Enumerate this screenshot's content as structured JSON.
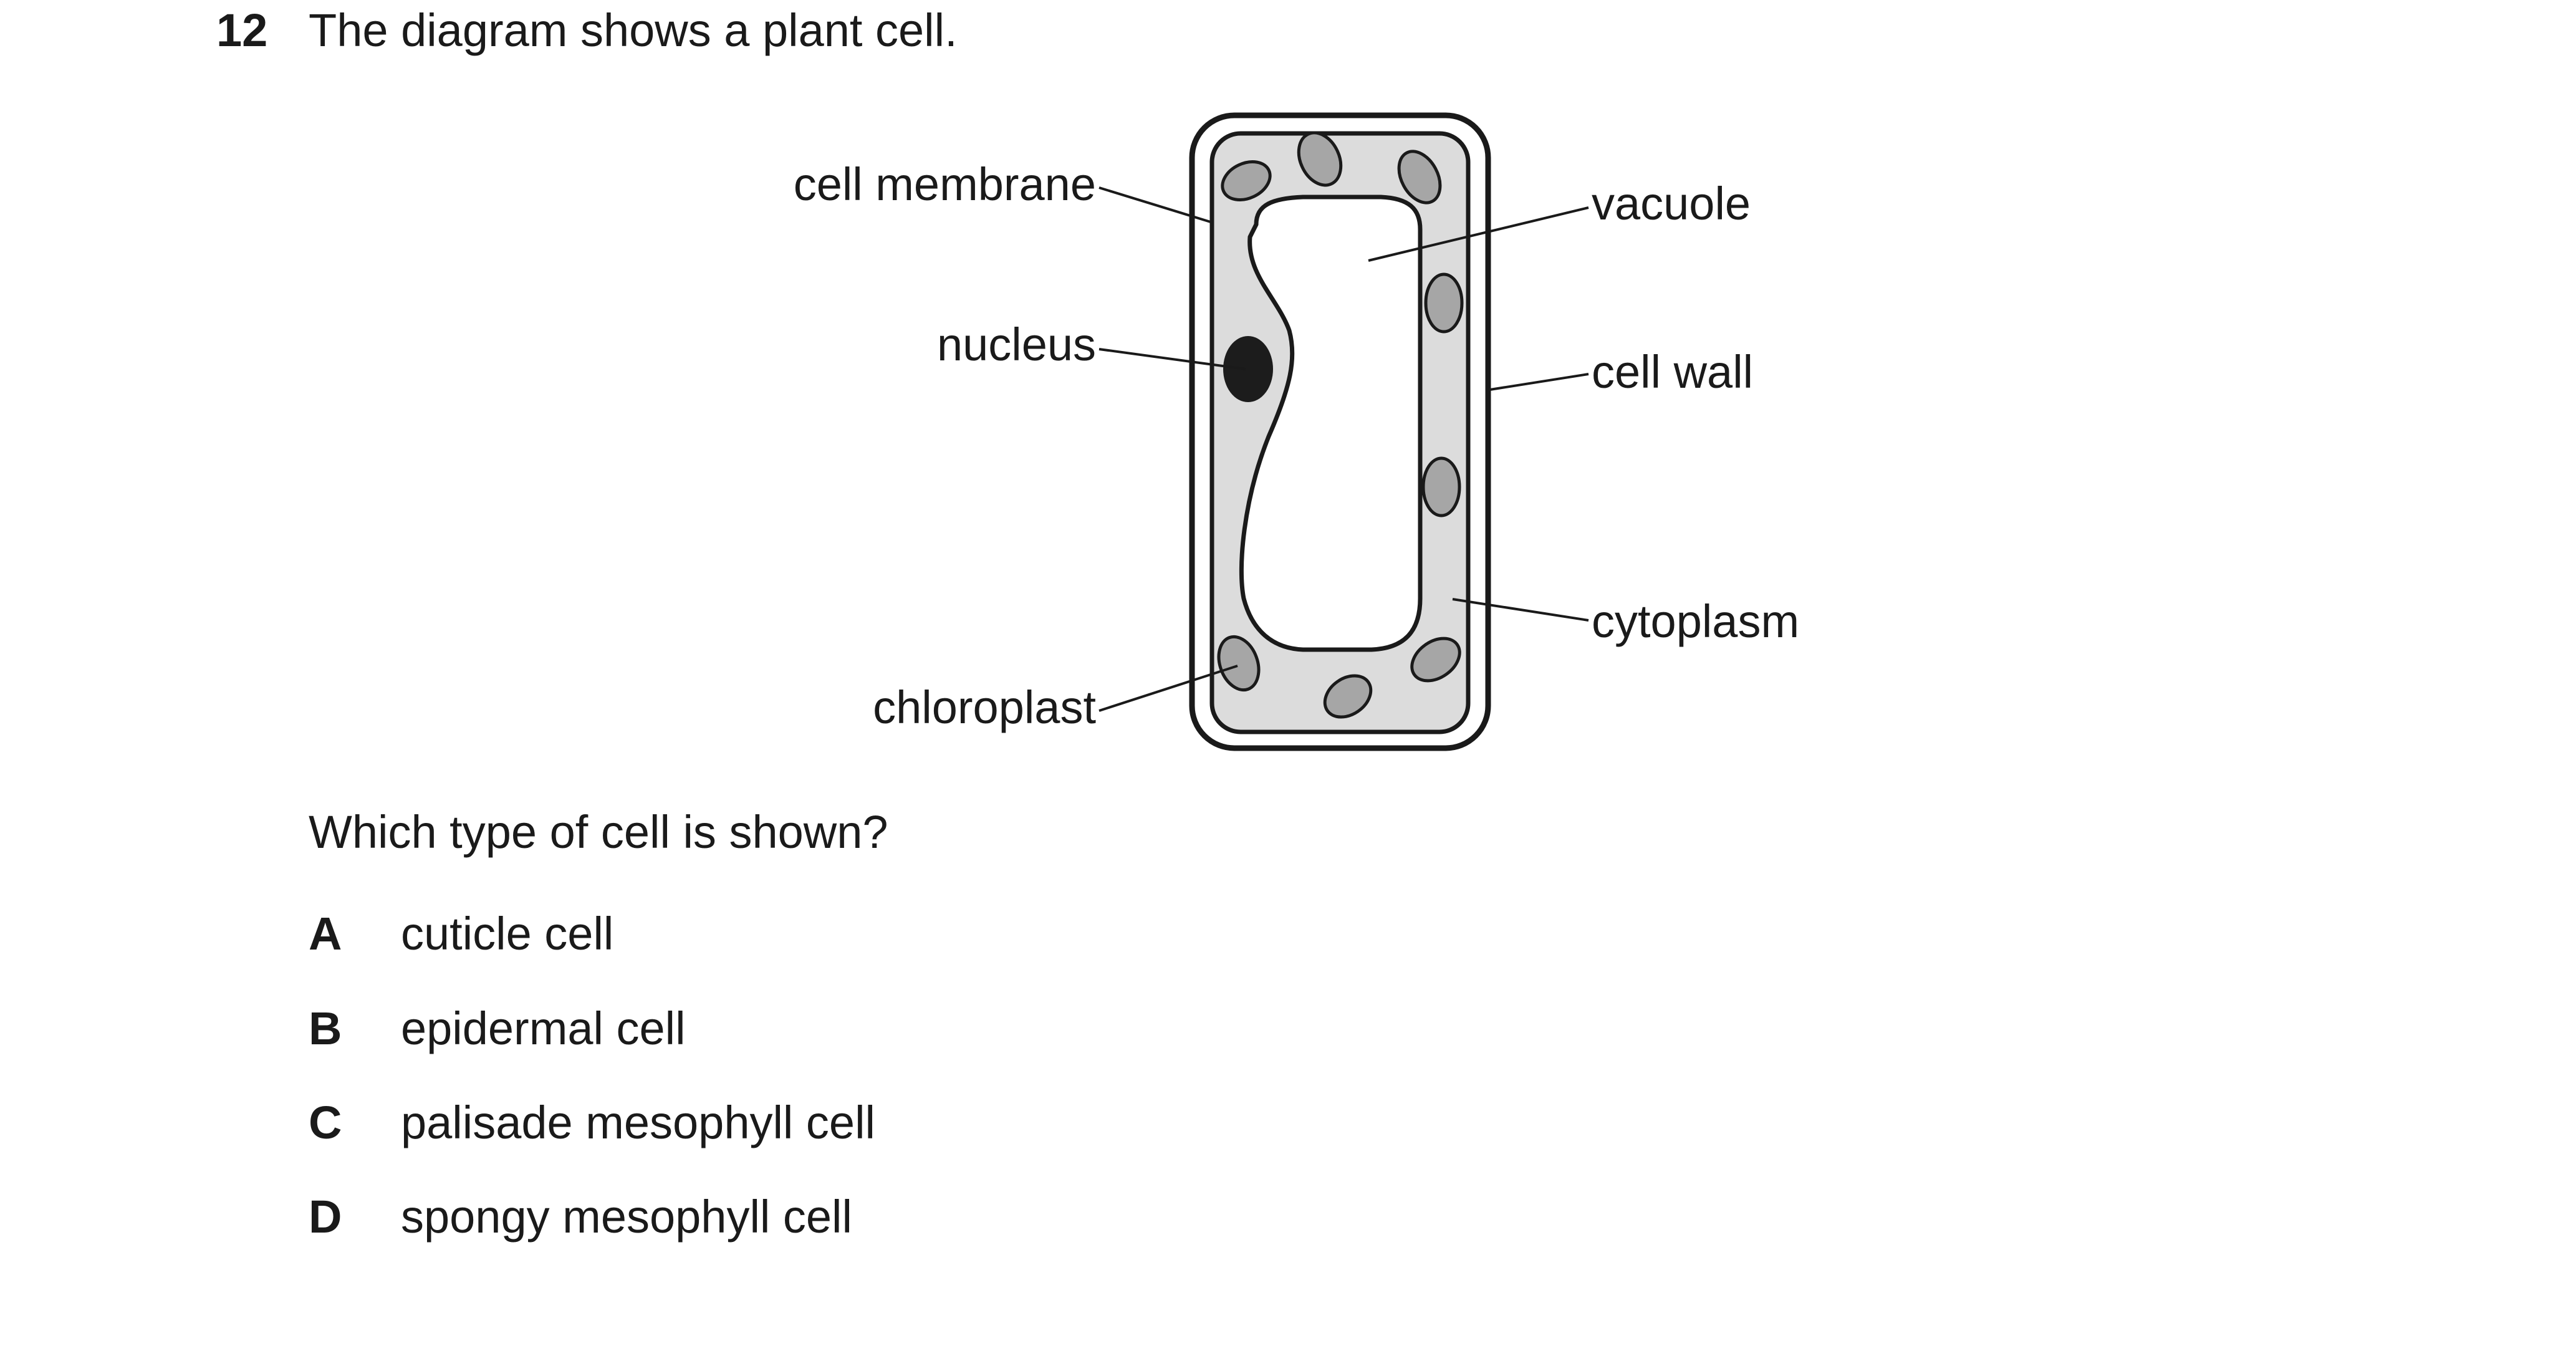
{
  "question": {
    "number": "12",
    "stem": "The diagram shows a plant cell.",
    "prompt": "Which type of cell is shown?"
  },
  "diagram": {
    "labels": {
      "cell_membrane": "cell membrane",
      "nucleus": "nucleus",
      "chloroplast": "chloroplast",
      "vacuole": "vacuole",
      "cell_wall": "cell wall",
      "cytoplasm": "cytoplasm"
    },
    "colors": {
      "cytoplasm_fill": "#dcdcdc",
      "chloroplast_fill": "#a6a6a6",
      "nucleus_fill": "#1c1c1c",
      "outline": "#1a1a1a"
    }
  },
  "options": [
    {
      "letter": "A",
      "text": "cuticle cell"
    },
    {
      "letter": "B",
      "text": "epidermal cell"
    },
    {
      "letter": "C",
      "text": "palisade mesophyll cell"
    },
    {
      "letter": "D",
      "text": "spongy mesophyll cell"
    }
  ]
}
